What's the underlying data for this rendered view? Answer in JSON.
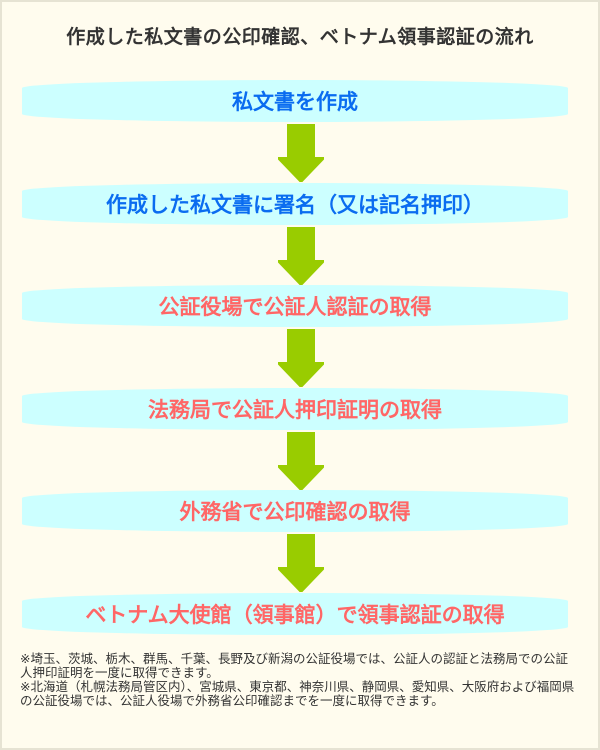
{
  "title": "作成した私文書の公印確認、ベトナム領事認証の流れ",
  "colors": {
    "box": "#ccffff",
    "blue_text": "#0a6cf0",
    "pink_text": "#ff6666",
    "arrow": "#99cc00"
  },
  "steps": [
    {
      "label": "私文書を作成"
    },
    {
      "label": "作成した私文書に署名（又は記名押印）"
    },
    {
      "label": "公証役場で公証人認証の取得"
    },
    {
      "label": "法務局で公証人押印証明の取得"
    },
    {
      "label": "外務省で公印確認の取得"
    },
    {
      "label": "ベトナム大使館（領事館）で領事認証の取得"
    }
  ],
  "notes": [
    "※埼玉、茨城、栃木、群馬、千葉、長野及び新潟の公証役場では、公証人の認証と法務局での公証人押印証明を一度に取得できます。",
    "※北海道（札幌法務局管区内）、宮城県、東京都、神奈川県、静岡県、愛知県、大阪府および福岡県の公証役場では、公証人役場で外務省公印確認までを一度に取得できます。"
  ]
}
